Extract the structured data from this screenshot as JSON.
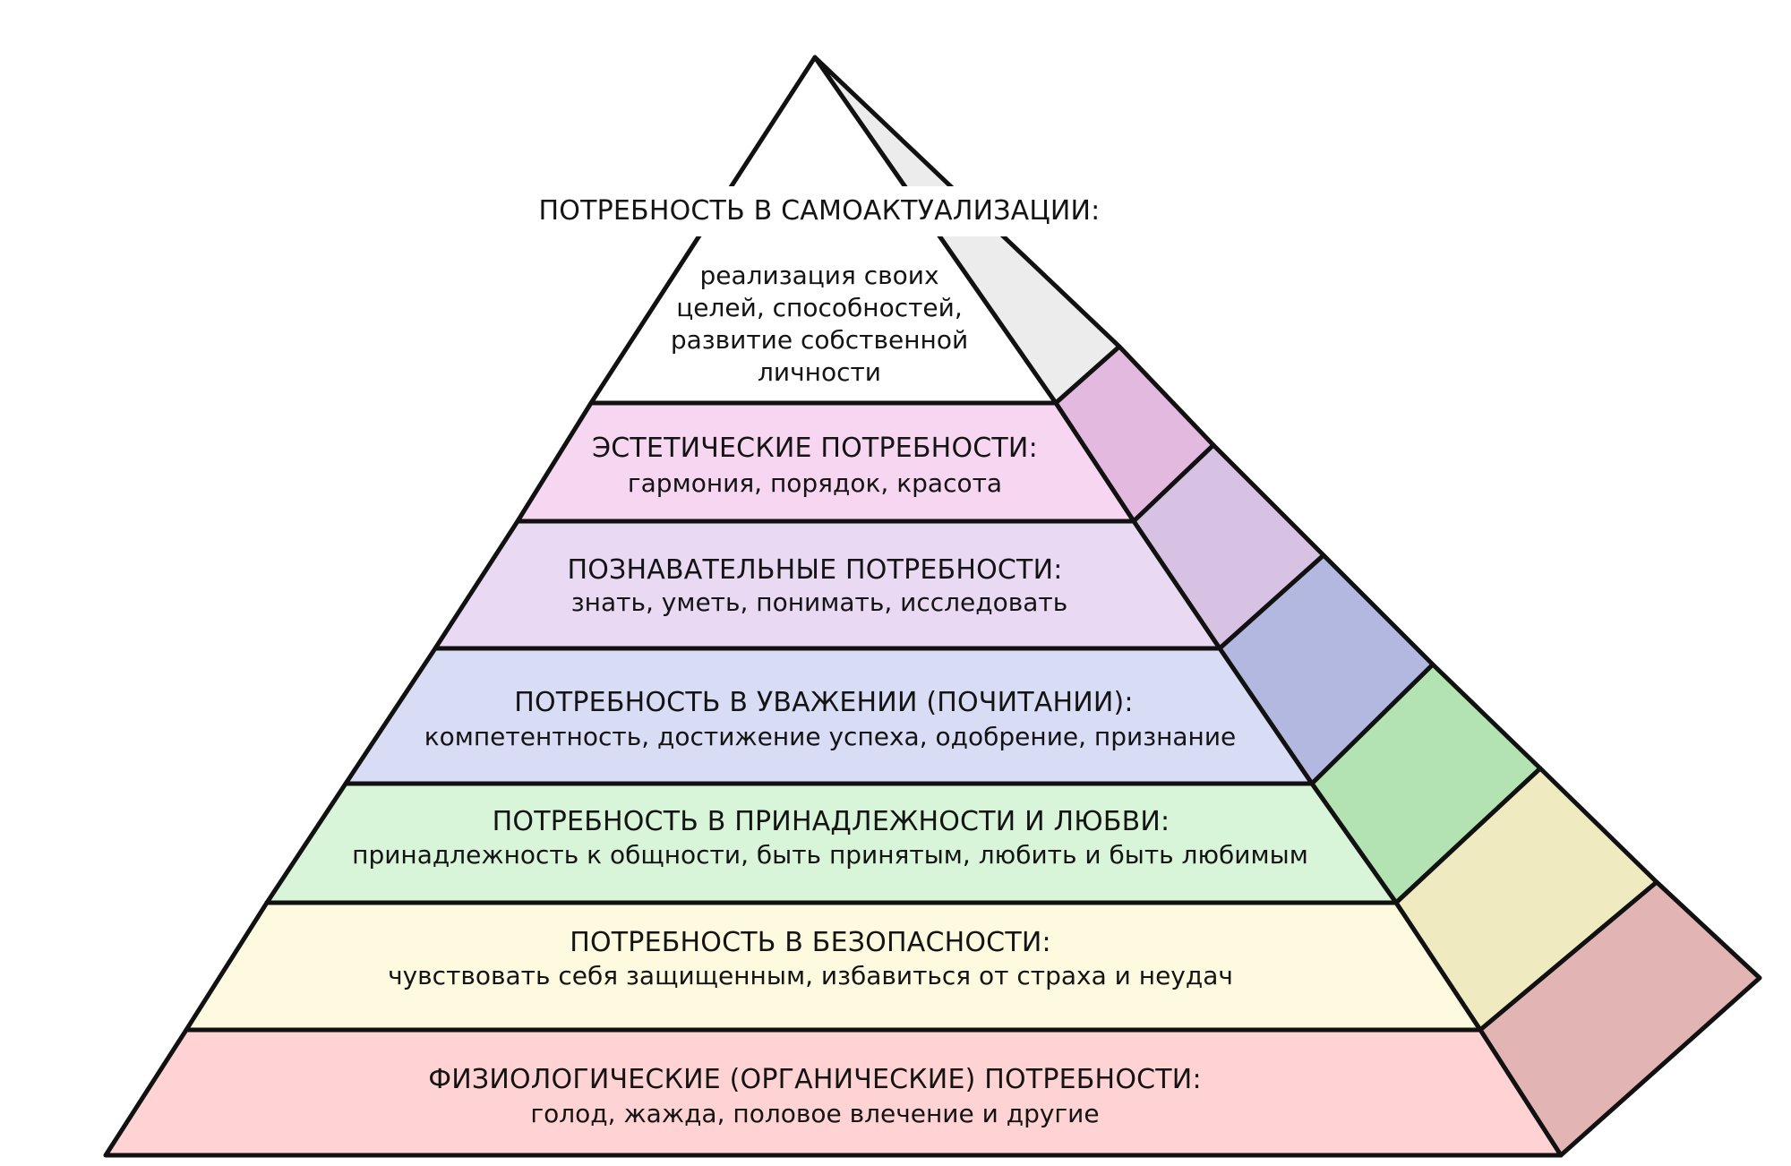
{
  "diagram": {
    "levels": [
      {
        "title": "ПОТРЕБНОСТЬ В САМОАКТУАЛИЗАЦИИ:",
        "lines": [
          "реализация своих",
          "целей, способностей,",
          "развитие собственной",
          "личности"
        ],
        "front_color": "#ffffff",
        "side_color": "#ececec"
      },
      {
        "title": "ЭСТЕТИЧЕСКИЕ ПОТРЕБНОСТИ:",
        "lines": [
          "гармония, порядок, красота"
        ],
        "front_color": "#f6d6f0",
        "side_color": "#e4b9df"
      },
      {
        "title": "ПОЗНАВАТЕЛЬНЫЕ ПОТРЕБНОСТИ:",
        "lines": [
          "знать, уметь, понимать, исследовать"
        ],
        "front_color": "#e9d9f3",
        "side_color": "#d7c2e3"
      },
      {
        "title": "ПОТРЕБНОСТЬ В УВАЖЕНИИ (ПОЧИТАНИИ):",
        "lines": [
          "компетентность, достижение успеха, одобрение, признание"
        ],
        "front_color": "#d9dcf5",
        "side_color": "#b3b8e0"
      },
      {
        "title": "ПОТРЕБНОСТЬ В ПРИНАДЛЕЖНОСТИ И ЛЮБВИ:",
        "lines": [
          "принадлежность к общности, быть принятым, любить и быть любимым"
        ],
        "front_color": "#d9f5d9",
        "side_color": "#b3e3b3"
      },
      {
        "title": "ПОТРЕБНОСТЬ В БЕЗОПАСНОСТИ:",
        "lines": [
          "чувствовать себя защищенным, избавиться от страха и неудач"
        ],
        "front_color": "#fdfae0",
        "side_color": "#efeac0"
      },
      {
        "title": "ФИЗИОЛОГИЧЕСКИЕ (ОРГАНИЧЕСКИЕ) ПОТРЕБНОСТИ:",
        "lines": [
          "голод, жажда, половое влечение и другие"
        ],
        "front_color": "#ffd3d3",
        "side_color": "#e3b4b4"
      }
    ]
  }
}
